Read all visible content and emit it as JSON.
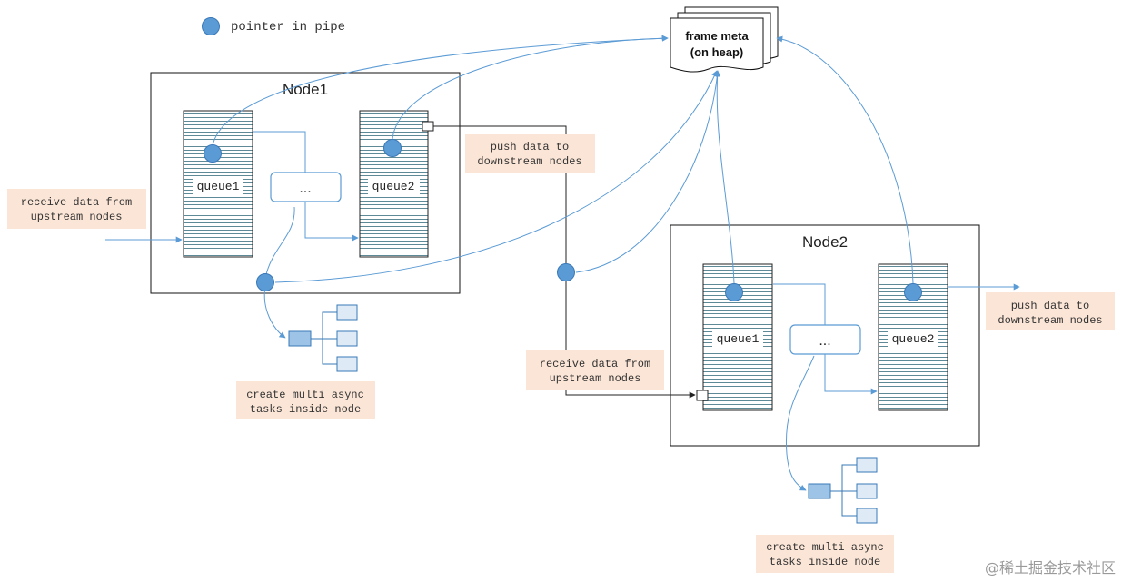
{
  "legend": {
    "label": "pointer in pipe"
  },
  "frame_meta": {
    "line1": "frame meta",
    "line2": "(on heap)"
  },
  "node1": {
    "title": "Node1",
    "queue1_label": "queue1",
    "queue2_label": "queue2",
    "ellipsis": "..."
  },
  "node2": {
    "title": "Node2",
    "queue1_label": "queue1",
    "queue2_label": "queue2",
    "ellipsis": "..."
  },
  "notes": {
    "receive1": [
      "receive data from",
      "upstream nodes"
    ],
    "push1": [
      "push data to",
      "downstream nodes"
    ],
    "tasks1": [
      "create multi async",
      "tasks inside node"
    ],
    "receive2": [
      "receive data from",
      "upstream nodes"
    ],
    "push2": [
      "push data to",
      "downstream nodes"
    ],
    "tasks2": [
      "create multi async",
      "tasks inside node"
    ]
  },
  "watermark": "@稀土掘金技术社区",
  "colors": {
    "pointer": "#5b9bd5",
    "pointer_stroke": "#3a78b8",
    "arrow": "#5b9bd5",
    "queue_stripe": "#4a7d8a",
    "note_bg": "#fbe5d6",
    "task_fill": "#9dc3e6",
    "task_light": "#deebf7"
  }
}
